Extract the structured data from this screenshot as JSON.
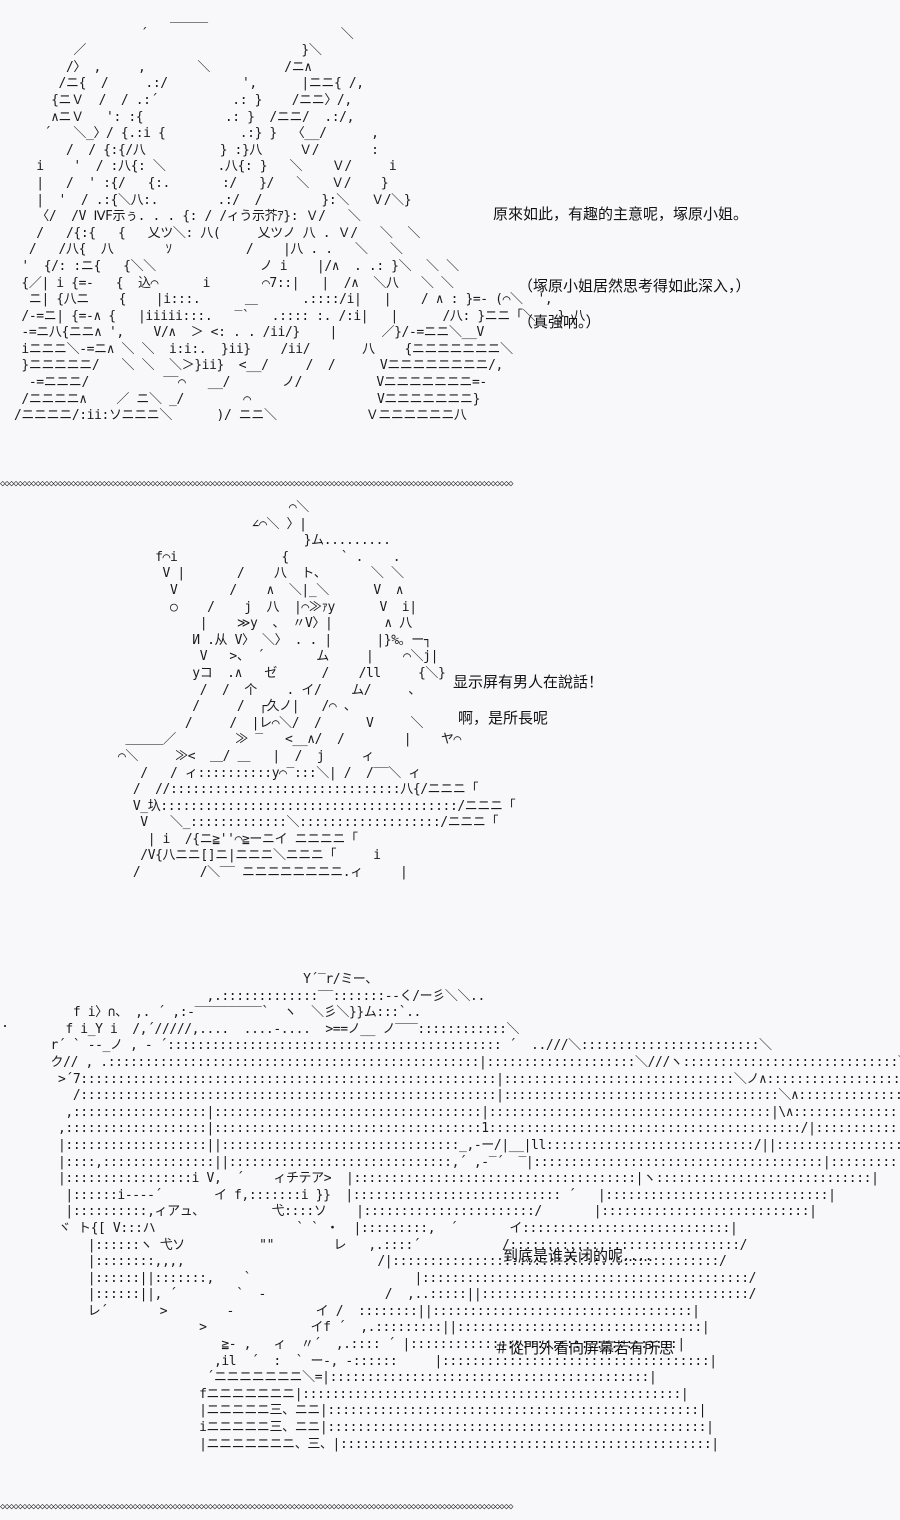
{
  "panels": [
    {
      "dialog": [
        "原來如此，有趣的主意呢，塚原小姐。",
        "（塚原小姐居然思考得如此深入，）",
        "（真強吶。）"
      ]
    },
    {
      "dialog": [
        "显示屏有男人在說話！",
        "啊，是所長呢"
      ]
    },
    {
      "dialog": [
        "到底是谁关闭的呢……",
        "＃從門外看向屏幕若有所思"
      ]
    }
  ],
  "divider": "◇◇◇◇◇◇◇◇◇◇◇◇◇◇◇◇◇◇◇◇◇◇◇◇◇◇◇◇◇◇◇◇◇◇◇◇◇◇◇◇◇◇◇◇◇◇◇◇◇◇◇◇◇◇◇◇◇◇◇◇◇◇◇◇◇◇◇◇◇◇◇◇◇◇◇◇◇◇◇◇◇◇◇◇◇◇◇◇◇◇◇◇◇◇◇◇◇◇◇◇◇◇◇◇◇◇◇◇◇◇◇◇◇◇◇◇"
}
